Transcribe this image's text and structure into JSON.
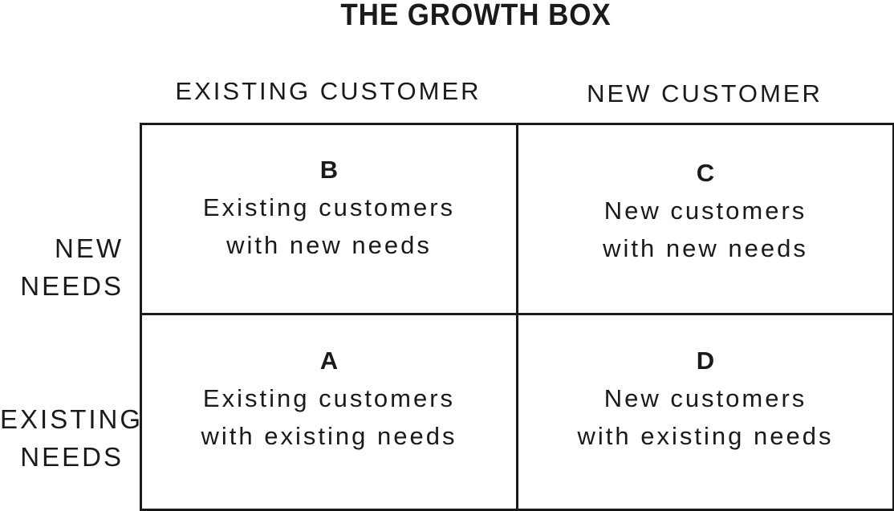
{
  "title": "THE GROWTH BOX",
  "columns": {
    "left": "EXISTING CUSTOMER",
    "right": "NEW CUSTOMER"
  },
  "rows": {
    "top": [
      "NEW",
      "NEEDS"
    ],
    "bottom": [
      "EXISTING",
      "NEEDS"
    ]
  },
  "cells": {
    "b": {
      "letter": "B",
      "lines": [
        "Existing customers",
        "with new needs"
      ]
    },
    "c": {
      "letter": "C",
      "lines": [
        "New customers",
        "with new needs"
      ]
    },
    "a": {
      "letter": "A",
      "lines": [
        "Existing customers",
        "with existing needs"
      ]
    },
    "d": {
      "letter": "D",
      "lines": [
        "New customers",
        "with existing needs"
      ]
    }
  }
}
